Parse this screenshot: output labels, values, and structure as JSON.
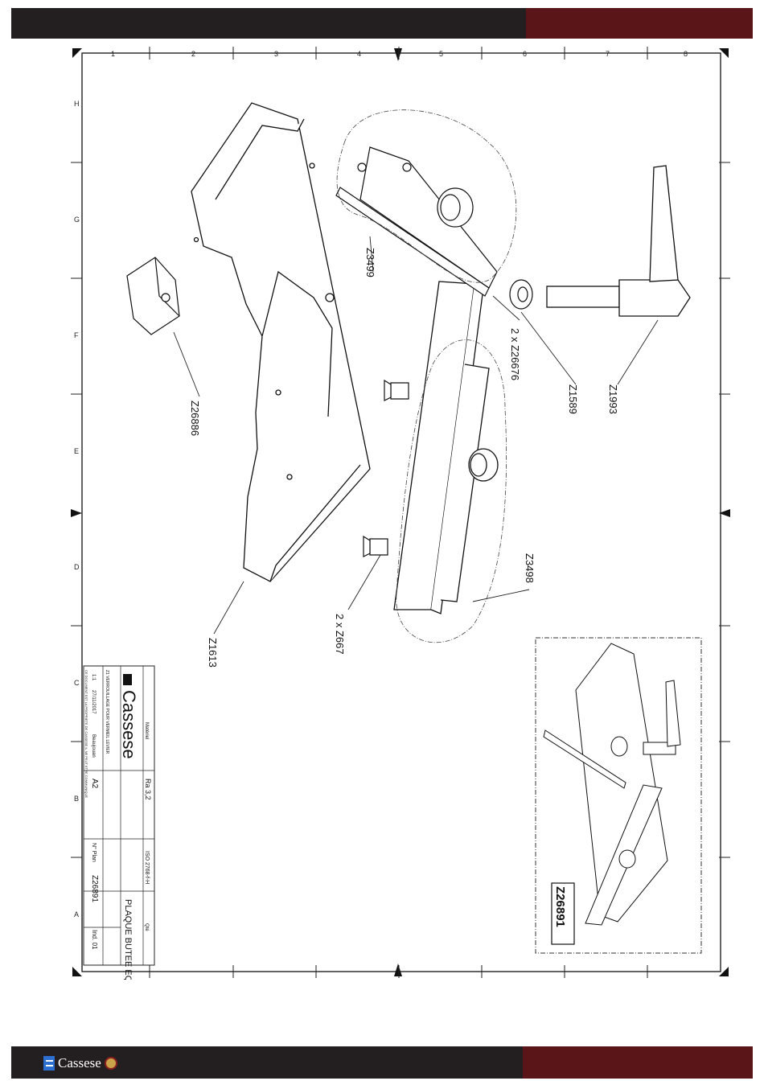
{
  "brand": {
    "name": "Cassese",
    "colors": {
      "header_dark": "#231f20",
      "header_red": "#5a1518",
      "logo_blue": "#2d6fd1"
    }
  },
  "frame": {
    "col_labels": [
      "1",
      "2",
      "3",
      "4",
      "5",
      "6",
      "7",
      "8"
    ],
    "row_labels": [
      "H",
      "G",
      "F",
      "E",
      "D",
      "C",
      "B",
      "A"
    ]
  },
  "parts": {
    "z3499": "Z3499",
    "z26676": "2 x Z26676",
    "z1589": "Z1589",
    "z1993": "Z1993",
    "z26886": "Z26886",
    "z3498": "Z3498",
    "z667": "2 x Z667",
    "z1613": "Z1613",
    "z26891": "Z26891"
  },
  "title_block": {
    "company": "Cassese",
    "title": "PLAQUE BUTEE EQUIPEE",
    "roughness": "Ra 3,2",
    "tolerance": "ISO 2768-f-H",
    "format": "A2",
    "plan_label": "N° Plan",
    "plan_number": "Z26891",
    "index": "Ind. 01",
    "scale": "1:1",
    "date": "27/11/2017",
    "designer": "Beaujouan",
    "revision_label": "Ind.",
    "material_label": "Matériel",
    "qty_label": "Qté",
    "notes": "Z1 VERROUILLAGE POUR VERMEIL LEVIER",
    "confidentiality": "CE DOCUMENT EST LA PROPRIETE DE CASSESE IL NE PEUT ETRE COMMUNIQUE"
  },
  "footer": {
    "brand": "Cassese"
  }
}
